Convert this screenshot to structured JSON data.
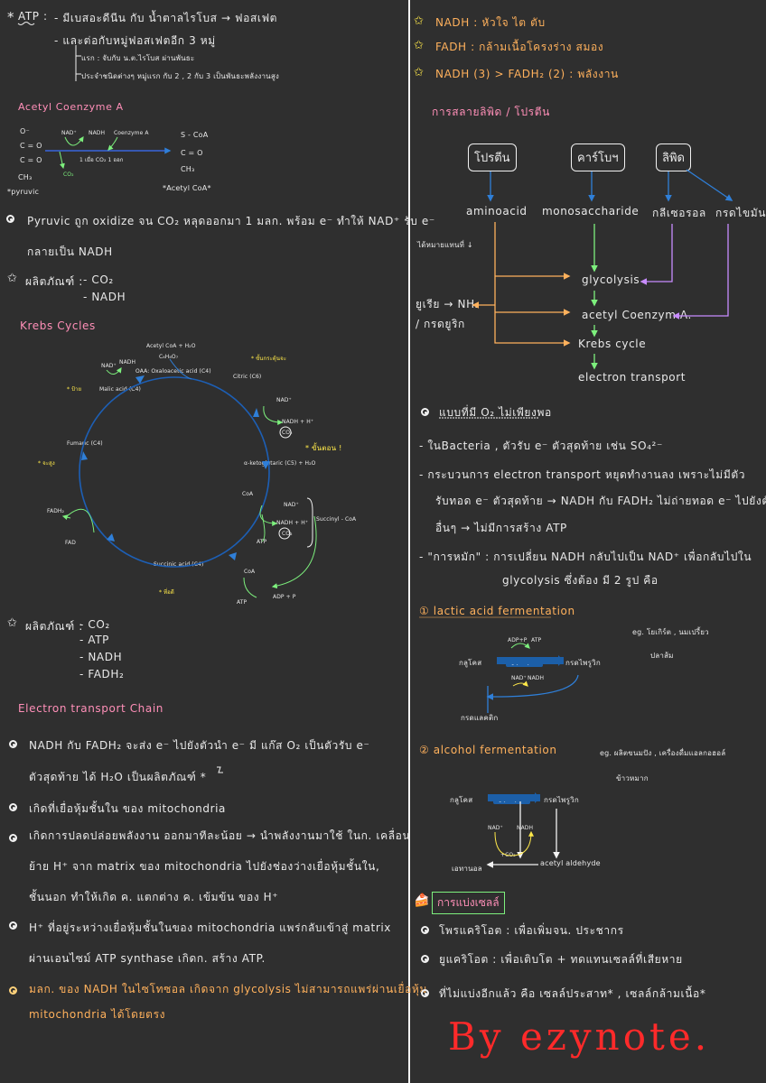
{
  "left": {
    "atp_star": "*",
    "atp_label": "ATP :",
    "atp_line1": "- มีเบสอะดีนีน กับ น้ำตาลไรโบส → ฟอสเฟต",
    "atp_line2": "- และต่อกับหมู่ฟอสเฟตอีก 3 หมู่",
    "atp_sub1": "แรก : จับกับ น.ต.ไรโบส ผ่านพันธะ",
    "atp_sub2": "ประจำชนิดต่างๆ หมู่แรก กับ 2 , 2 กับ 3 เป็นพันธะพลังงานสูง",
    "acetyl_title": "Acetyl Coenzyme A",
    "pyruvic_struct": [
      "O⁻",
      "C = O",
      "C = O",
      "CH₃"
    ],
    "pyruvic_label": "*pyruvic",
    "acetyl_struct": [
      "S - CoA",
      "C = O",
      "CH₃"
    ],
    "acetyl_label": "*Acetyl CoA*",
    "reaction_nad": "NAD⁺",
    "reaction_nadh": "NADH",
    "reaction_coenzyme": "Coenzyme A",
    "reaction_co2": "CO₂",
    "reaction_note": "1 เมื่อ CO₂ 1 ออก",
    "pyruvic_line1": "Pyruvic ถูก oxidize จน CO₂ หลุดออกมา 1 มลก. พร้อม e⁻ ทำให้ NAD⁺ รับ e⁻",
    "pyruvic_line2": "กลายเป็น NADH",
    "product1_label": "ผลิตภัณฑ์ :",
    "product1_items": [
      "- CO₂",
      "- NADH"
    ],
    "krebs_title": "Krebs Cycles",
    "krebs_labels": {
      "acetylcoa": "Acetyl CoA + H₂O",
      "ch3": "C₆H₈O₇",
      "oaa": "OAA: Oxaloacetic acid (C4)",
      "citric": "Citric (C6)",
      "nadh1": "NAD⁺",
      "nadh1b": "NADH + H⁺",
      "co2a": "CO₂",
      "ketoglutaric": "α-ketoglutaric (C5) + H₂O",
      "succinylcoa": "Succinyl - CoA",
      "nadplus2": "NAD⁺",
      "nadh2": "NADH + H⁺",
      "co2b": "CO₂",
      "coa1": "CoA",
      "succinic": "Succinic acid (C4)",
      "coa2": "CoA",
      "atp": "ATP",
      "adp": "ADP + P",
      "fumaric": "Fumaric (C4)",
      "fadh2": "FADH₂",
      "fad": "FAD",
      "malic": "Malic acid (C4)",
      "nadleft": "NAD⁺",
      "nadhleft": "NADH",
      "note_top": "* ขั้นกระตุ้นจะ",
      "note_right": "* ขั้นตอน !",
      "note_left": "* ป้าย",
      "note_left2": "* จะสูง",
      "note_bottom": "* ที่อดี"
    },
    "product2_label": "ผลิตภัณฑ์ :",
    "product2_items": [
      "- CO₂",
      "- ATP",
      "- NADH",
      "- FADH₂"
    ],
    "etc_title": "Electron transport Chain",
    "etc_b1_line1": "NADH กับ FADH₂ จะส่ง e⁻ ไปยังตัวนำ e⁻ มี แก๊ส O₂ เป็นตัวรับ e⁻",
    "etc_b1_line2": "ตัวสุดท้าย ได้ H₂O เป็นผลิตภัณฑ์ *",
    "etc_b2": "เกิดที่เยื่อหุ้มชั้นใน ของ mitochondria",
    "etc_b3_line1": "เกิดการปลดปล่อยพลังงาน ออกมาทีละน้อย → นำพลังงานมาใช้ ในก. เคลื่อน",
    "etc_b3_line2": "ย้าย H⁺ จาก matrix ของ mitochondria ไปยังช่องว่างเยื่อหุ้มชั้นใน,",
    "etc_b3_line3": "ชั้นนอก ทำให้เกิด ค. แตกต่าง ค. เข้มข้น ของ H⁺",
    "etc_b4_line1": "H⁺ ที่อยู่ระหว่างเยื่อหุ้มชั้นในของ mitochondria แพร่กลับเข้าสู่ matrix",
    "etc_b4_line2": "ผ่านเอนไซม์ ATP synthase เกิดก. สร้าง ATP.",
    "etc_b5_line1": "มลก. ของ NADH ในไซโทซอล เกิดจาก glycolysis ไม่สามารถแพร่ผ่านเยื่อหุ้ม",
    "etc_b5_line2": "mitochondria ได้โดยตรง"
  },
  "right": {
    "r1": "NADH : หัวใจ ไต ตับ",
    "r2": "FADH : กล้ามเนื้อโครงร่าง สมอง",
    "r3": "NADH (3) > FADH₂ (2) : พลังงาน",
    "lipid_title": "การสลายลิพิด / โปรตีน",
    "box_protein": "โปรตีน",
    "box_carb": "คาร์โบฯ",
    "box_lipid": "ลิพิด",
    "aminoacid": "aminoacid",
    "monosaccharide": "monosaccharide",
    "glycerol": "กลีเซอรอล",
    "fattyacid": "กรดไขมัน",
    "deamination": "ได้หมายแทนที่ ↓",
    "urea1": "ยูเรีย → NH₃",
    "urea2": "/ กรดยูริก",
    "glycolysis": "glycolysis",
    "acetylcoa": "acetyl Coenzym A.",
    "krebs": "Krebs cycle",
    "electron": "electron transport",
    "anaerobic_title": "แบบที่มี O₂ ไม่เพียงพอ",
    "an_b1": "- ในBacteria , ตัวรับ e⁻ ตัวสุดท้าย เช่น SO₄²⁻",
    "an_b2_line1": "- กระบวนการ electron transport หยุดทำงานลง เพราะไม่มีตัว",
    "an_b2_line2": "รับทอด e⁻ ตัวสุดท้าย → NADH กับ FADH₂ ไม่ถ่ายทอด e⁻ ไปยังตัวนำ",
    "an_b2_line3": "อื่นๆ → ไม่มีการสร้าง ATP",
    "an_b3_line1": "- \"การหมัก\" : การเปลี่ยน NADH กลับไปเป็น NAD⁺ เพื่อกลับไปใน",
    "an_b3_line2": "glycolysis ซึ่งต้อง มี 2 รูป คือ",
    "lactic_title": "① lactic acid fermentation",
    "lactic_eg": "eg. โยเกิร์ต , นมเปรี้ยว",
    "lactic_eg2": "ปลาส้ม",
    "lactic_glucose": "กลูโคส",
    "lactic_pyruvic": "กรดไพรูวิก",
    "lactic_lactic": "กรดแลคติก",
    "lactic_pill": "glycolysis",
    "lactic_adp": "ADP+P",
    "lactic_atp": "ATP",
    "lactic_nad": "NAD⁺",
    "lactic_nadh": "NADH",
    "alcohol_title": "② alcohol fermentation",
    "alcohol_eg": "eg. ผลิตขนมปัง , เครื่องดื่มแอลกอฮอล์",
    "alcohol_eg2": "ข้าวหมาก",
    "alcohol_glucose": "กลูโคส",
    "alcohol_pyruvic": "กรดไพรูวิก",
    "alcohol_pill": "glycolysis",
    "alcohol_nad": "NAD⁺",
    "alcohol_nadh": "NADH",
    "alcohol_co2": "+CO₂",
    "alcohol_ethanol": "เอทานอล",
    "alcohol_acetaldehyde": "acetyl aldehyde",
    "cell_title": "การแบ่งเซลล์",
    "cell_b1": "โพรแคริโอต : เพื่อเพิ่มจน. ประชากร",
    "cell_b2": "ยูแคริโอต : เพื่อเติบโต + ทดแทนเซลล์ที่เสียหาย",
    "cell_b3": "ที่ไม่แบ่งอีกแล้ว คือ เซลล์ประสาท* , เซลล์กล้ามเนื้อ*",
    "signature": "By ezynote."
  }
}
